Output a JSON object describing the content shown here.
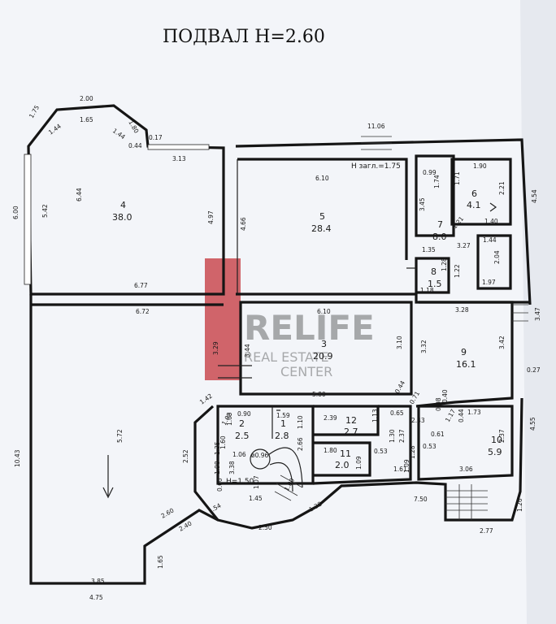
{
  "title": "ПОДВАЛ  Н=2.60",
  "watermark": {
    "brand": "RELIFE",
    "line1": "REAL ESTATE",
    "line2": "CENTER",
    "color": "#c4333a"
  },
  "rooms": [
    {
      "number": "4",
      "area": "38.0"
    },
    {
      "number": "5",
      "area": "28.4"
    },
    {
      "number": "6",
      "area": "4.1"
    },
    {
      "number": "7",
      "area": "8.0"
    },
    {
      "number": "8",
      "area": "1.5"
    },
    {
      "number": "3",
      "area": "20.9"
    },
    {
      "number": "9",
      "area": "16.1"
    },
    {
      "number": "1",
      "area": "2.8"
    },
    {
      "number": "2",
      "area": "2.5"
    },
    {
      "number": "12",
      "area": "2.7"
    },
    {
      "number": "11",
      "area": "2.0"
    },
    {
      "number": "10",
      "area": "5.9"
    }
  ],
  "notes": {
    "h_zagl": "Н загл.=1.75",
    "h_stair": "Н=1.50",
    "column": "ø0.96"
  },
  "dimensions": [
    "2.00",
    "1.75",
    "1.80",
    "1.65",
    "1.44",
    "1.44",
    "0.17",
    "0.44",
    "3.13",
    "11.06",
    "6.10",
    "0.99",
    "1.74",
    "1.90",
    "1.71",
    "2.21",
    "4.54",
    "6.44",
    "5.42",
    "6.00",
    "4.97",
    "4.66",
    "3.45",
    "1.21",
    "1.40",
    "1.35",
    "3.27",
    "1.44",
    "1.28",
    "2.04",
    "1.97",
    "1.18",
    "1.22",
    "6.77",
    "6.72",
    "6.10",
    "3.28",
    "3.47",
    "3.29",
    "3.44",
    "3.10",
    "3.32",
    "3.42",
    "0.27",
    "5.72",
    "10.43",
    "1.42",
    "5.80",
    "0.44",
    "0.71",
    "1.59",
    "0.90",
    "1.02",
    "1.05",
    "1.10",
    "2.39",
    "1.13",
    "0.65",
    "2.43",
    "0.08",
    "0.40",
    "1.73",
    "1.30",
    "1.17",
    "0.61",
    "0.44",
    "4.55",
    "1.35",
    "1.60",
    "1.06",
    "2.66",
    "2.37",
    "1.80",
    "0.53",
    "1.28",
    "0.53",
    "2.37",
    "3.38",
    "1.98",
    "0.60",
    "1.07",
    "1.09",
    "1.61",
    "1.09",
    "3.06",
    "2.52",
    "1.45",
    "1.00",
    "1.38",
    "7.50",
    "2.60",
    "1.54",
    "2.40",
    "2.50",
    "1.26",
    "2.77",
    "1.65",
    "3.85",
    "4.75"
  ]
}
